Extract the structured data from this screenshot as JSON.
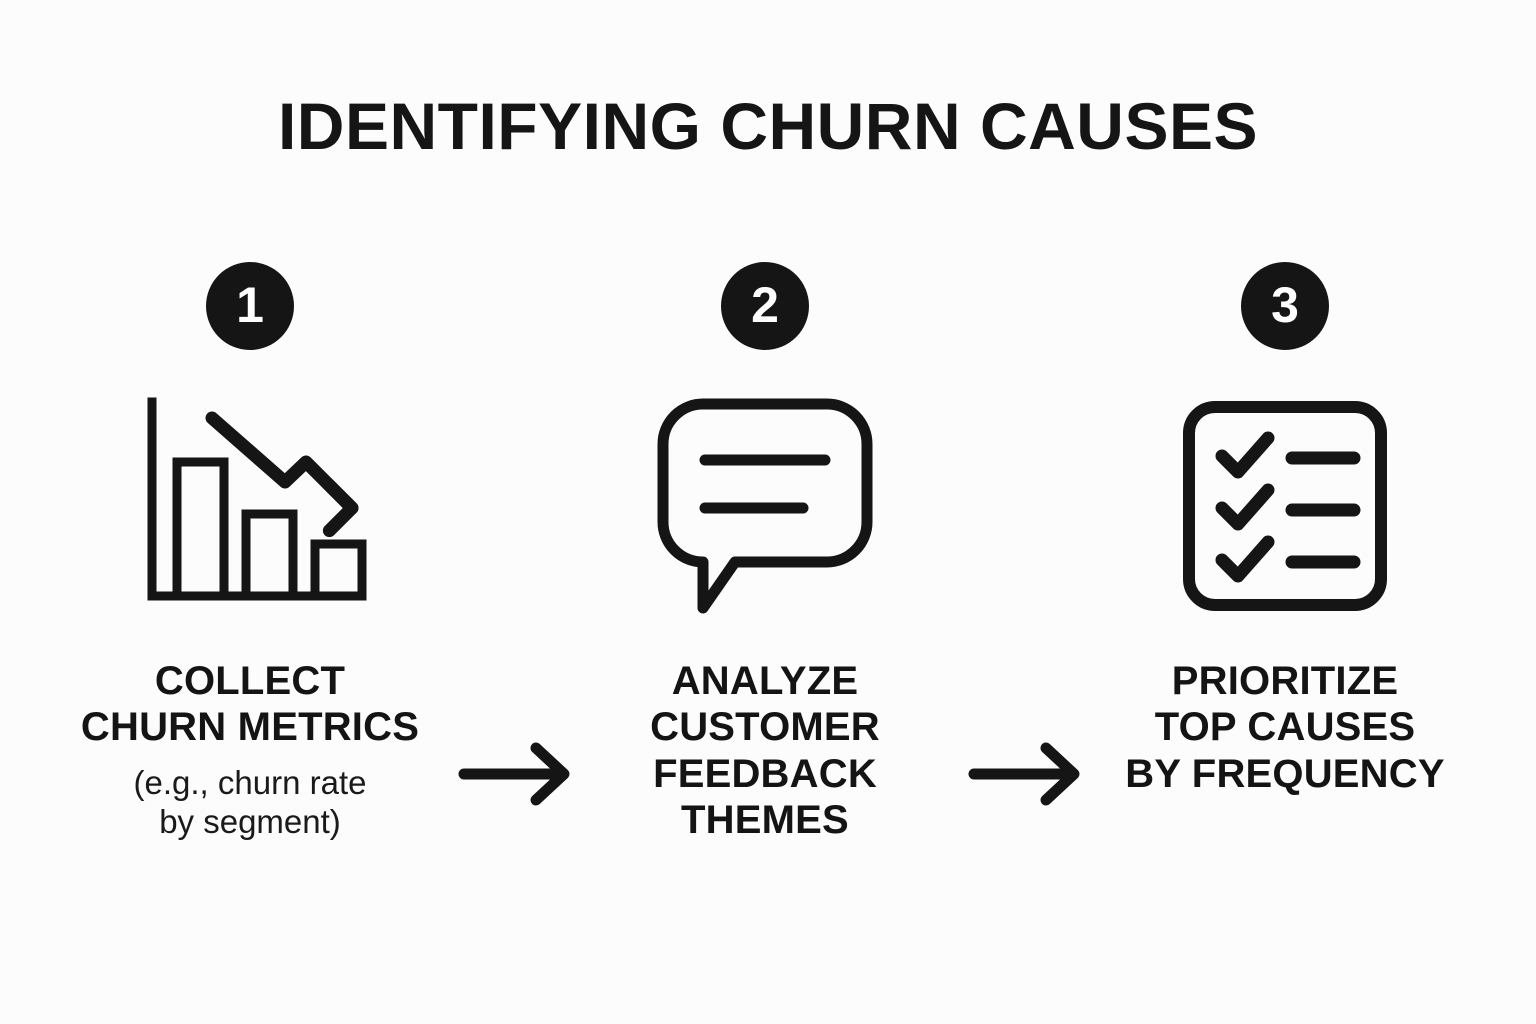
{
  "page": {
    "title": "IDENTIFYING CHURN CAUSES",
    "background_color": "#fcfcfc",
    "ink_color": "#151515",
    "badge_text_color": "#ffffff"
  },
  "steps": [
    {
      "number": "1",
      "icon": "declining-bar-chart-icon",
      "caption_lines": [
        "COLLECT",
        "CHURN METRICS"
      ],
      "subcaption_lines": [
        "(e.g., churn rate",
        "by segment)"
      ]
    },
    {
      "number": "2",
      "icon": "speech-bubble-icon",
      "caption_lines": [
        "ANALYZE",
        "CUSTOMER",
        "FEEDBACK",
        "THEMES"
      ],
      "subcaption_lines": []
    },
    {
      "number": "3",
      "icon": "checklist-icon",
      "caption_lines": [
        "PRIORITIZE",
        "TOP CAUSES",
        "BY FREQUENCY"
      ],
      "subcaption_lines": []
    }
  ],
  "connectors": [
    {
      "icon": "arrow-right-icon"
    },
    {
      "icon": "arrow-right-icon"
    }
  ]
}
